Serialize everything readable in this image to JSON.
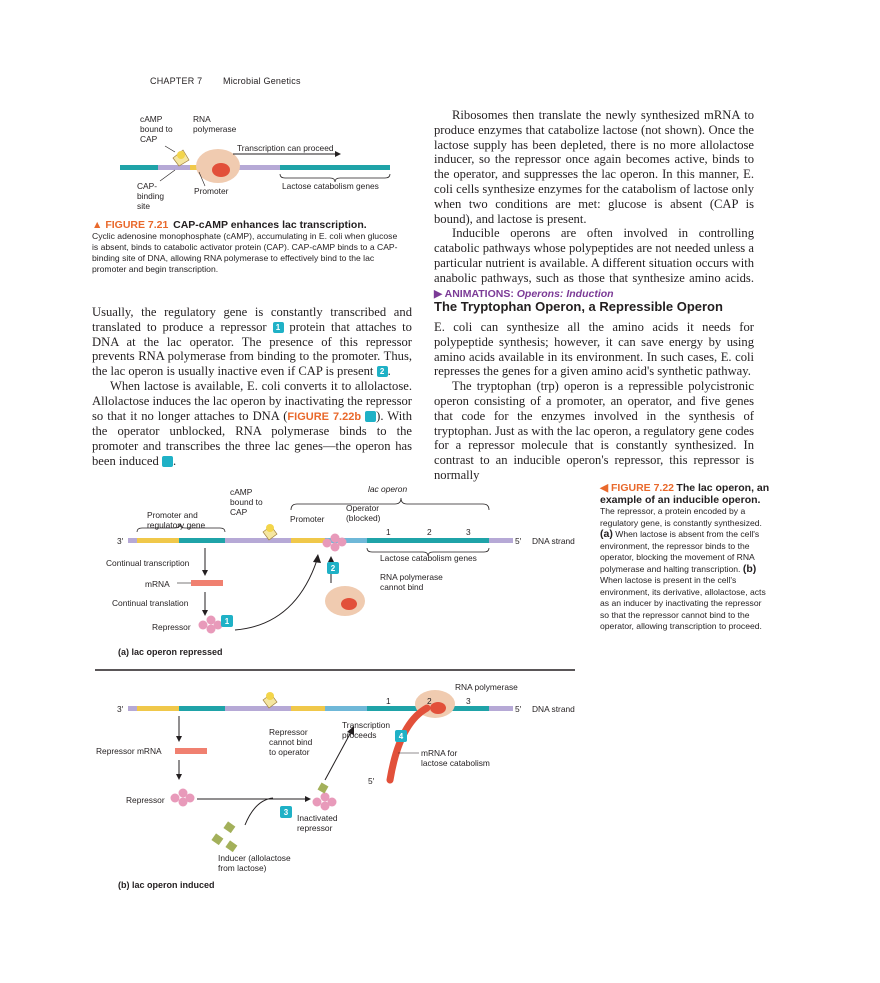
{
  "header": {
    "chapter": "CHAPTER 7",
    "title": "Microbial Genetics"
  },
  "fig721": {
    "labels": {
      "camp": [
        "cAMP",
        "bound to",
        "CAP"
      ],
      "rnap": [
        "RNA",
        "polymerase"
      ],
      "transcription": "Transcription can proceed",
      "capsite": [
        "CAP-",
        "binding",
        "site"
      ],
      "promoter": "Promoter",
      "genes": "Lactose catabolism genes"
    },
    "caption_num": "FIGURE 7.21",
    "caption_title": "CAP-cAMP enhances lac transcription.",
    "caption_body": "Cyclic adenosine monophosphate (cAMP), accumulating in E. coli when glucose is absent, binds to catabolic activator protein (CAP). CAP-cAMP binds to a CAP-binding site of DNA, allowing RNA polymerase to effectively bind to the lac promoter and begin transcription."
  },
  "col_right_top": {
    "p1": "Ribosomes then translate the newly synthesized mRNA to produce enzymes that catabolize lactose (not shown). Once the lactose supply has been depleted, there is no more allolactose inducer, so the repressor once again becomes active, binds to the operator, and suppresses the lac operon. In this manner, E. coli cells synthesize enzymes for the catabolism of lactose only when two conditions are met: glucose is absent (CAP is bound), and lactose is present.",
    "p2": "Inducible operons are often involved in controlling catabolic pathways whose polypeptides are not needed unless a particular nutrient is available. A different situation occurs with anabolic pathways, such as those that synthesize amino acids.",
    "anim_label": "ANIMATIONS:",
    "anim_title": "Operons: Induction"
  },
  "col_left": {
    "p1a": "Usually, the regulatory gene is constantly transcribed and translated to produce a repressor",
    "p1b": "protein that attaches to DNA at the lac operator. The presence of this repressor prevents RNA polymerase from binding to the promoter. Thus, the lac operon is usually inactive even if CAP is present",
    "p2a": "When lactose is available, E. coli converts it to allolactose. Allolactose induces the lac operon by inactivating the repressor so that it no longer attaches to DNA (",
    "p2fig": "FIGURE 7.22b",
    "p2b": "). With the operator unblocked, RNA polymerase binds to the promoter and transcribes the three lac genes—the operon has been induced",
    "b1": "1",
    "b2": "2",
    "b3": "3",
    "b4": "4"
  },
  "trp": {
    "heading": "The Tryptophan Operon, a Repressible Operon",
    "p1": "E. coli can synthesize all the amino acids it needs for polypeptide synthesis; however, it can save energy by using amino acids available in its environment. In such cases, E. coli represses the genes for a given amino acid's synthetic pathway.",
    "p2": "The tryptophan (trp) operon is a repressible polycistronic operon consisting of a promoter, an operator, and five genes that code for the enzymes involved in the synthesis of tryptophan. Just as with the lac operon, a regulatory gene codes for a repressor molecule that is constantly synthesized. In contrast to an inducible operon's repressor, this repressor is normally"
  },
  "fig722": {
    "top": {
      "lac_operon": "lac operon",
      "camp": [
        "cAMP",
        "bound to",
        "CAP"
      ],
      "promoter_reg": [
        "Promoter and",
        "regulatory gene"
      ],
      "promoter": "Promoter",
      "operator": [
        "Operator",
        "(blocked)"
      ],
      "g1": "1",
      "g2": "2",
      "g3": "3",
      "three": "3′",
      "five": "5′",
      "dna": "DNA strand",
      "genes": "Lactose catabolism genes",
      "cont_trans": "Continual transcription",
      "mrna": "mRNA",
      "cont_transl": "Continual translation",
      "repressor": "Repressor",
      "rnap_cannot": [
        "RNA polymerase",
        "cannot bind"
      ],
      "title": "(a) lac operon repressed"
    },
    "bottom": {
      "rnap": "RNA polymerase",
      "g1": "1",
      "g2": "2",
      "g3": "3",
      "three": "3′",
      "five": "5′",
      "dna": "DNA strand",
      "repressor_cannot": [
        "Repressor",
        "cannot bind",
        "to operator"
      ],
      "trans_proceeds": [
        "Transcription",
        "proceeds"
      ],
      "rep_mrna": "Repressor mRNA",
      "mrna_for": [
        "mRNA for",
        "lactose catabolism"
      ],
      "five2": "5′",
      "repressor": "Repressor",
      "inactivated": [
        "Inactivated",
        "repressor"
      ],
      "inducer": [
        "Inducer (allolactose",
        "from lactose)"
      ],
      "title": "(b) lac operon induced"
    },
    "caption_num": "FIGURE 7.22",
    "caption_title": "The lac operon, an example of an inducible operon.",
    "caption_body_a_intro": "The repressor, a protein encoded by a regulatory gene, is constantly synthesized.",
    "caption_a": "When lactose is absent from the cell's environment, the repressor binds to the operator, blocking the movement of RNA polymerase and halting transcription.",
    "caption_b": "When lactose is present in the cell's environment, its derivative, allolactose, acts as an inducer by inactivating the repressor so that the repressor cannot bind to the operator, allowing transcription to proceed."
  },
  "colors": {
    "accent": "#e9692c",
    "teal": "#1fa3a8",
    "badge": "#1fb1c6",
    "purple": "#7b3a96"
  }
}
